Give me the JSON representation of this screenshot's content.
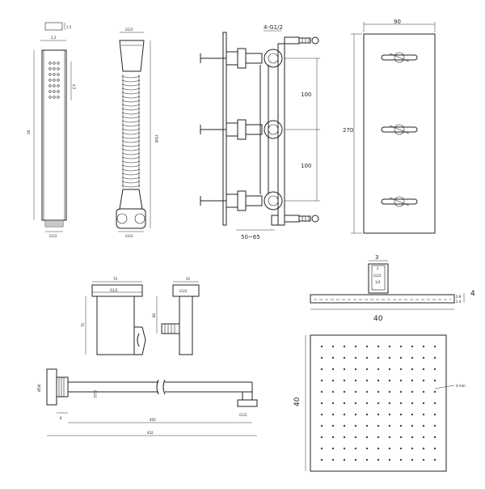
{
  "colors": {
    "line": "#222222",
    "background": "#ffffff"
  },
  "hand_shower": {
    "thickness": "1,5",
    "width": "2,5",
    "length": "28",
    "spray_height": "4,5",
    "base_label": "G1/2"
  },
  "hose": {
    "top_thread": "G1/2",
    "length": "1500",
    "bottom_thread": "G1/2"
  },
  "valve": {
    "thread": "4-G1/2",
    "spacing_1": "100",
    "spacing_2": "100",
    "depth": "50~65"
  },
  "plate": {
    "width": "90",
    "height": "270"
  },
  "bracket": {
    "width": "70",
    "height": "70",
    "thread_width": "35",
    "thread": "G1/2",
    "depth": "80"
  },
  "arm": {
    "flange": "Ø5/6",
    "thread_in": "G1/2",
    "offset": "8",
    "reach": "400",
    "total": "432",
    "thread_out": "G1/2"
  },
  "shower_head_side": {
    "neck": "3",
    "thread_label": "G1/2",
    "neck_width": "2",
    "bottom_label": "1/4",
    "thickness": "4",
    "small_1": "0.8",
    "small_2": "2.4",
    "width": "40"
  },
  "shower_head_top": {
    "side": "40",
    "nozzle_note": "4 mm"
  }
}
